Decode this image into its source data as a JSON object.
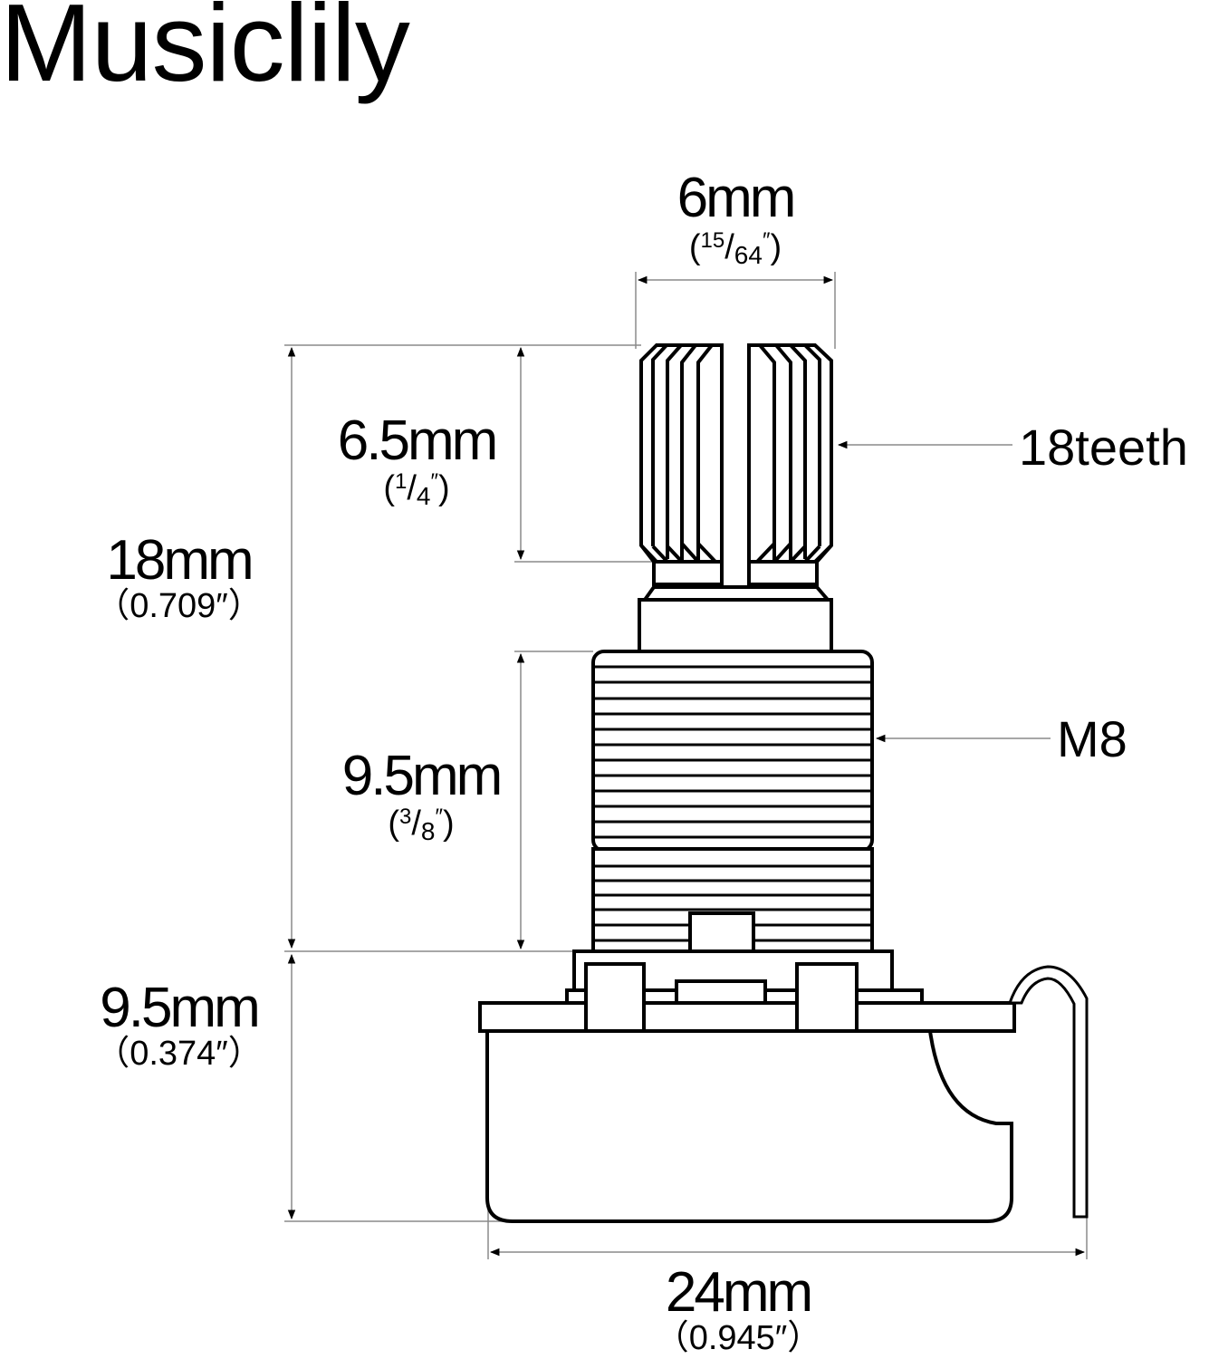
{
  "brand": "Musiclily",
  "dimensions": {
    "shaft_diameter": {
      "metric": "6mm",
      "imperial_num": "15",
      "imperial_den": "64",
      "imperial_unit": "″"
    },
    "shaft_knurl_length": {
      "metric": "6.5mm",
      "imperial_num": "1",
      "imperial_den": "4",
      "imperial_unit": "″"
    },
    "total_shaft_height": {
      "metric": "18mm",
      "imperial": "（0.709″）"
    },
    "bushing_length": {
      "metric": "9.5mm",
      "imperial_num": "3",
      "imperial_den": "8",
      "imperial_unit": "″"
    },
    "body_height": {
      "metric": "9.5mm",
      "imperial": "（0.374″）"
    },
    "body_width": {
      "metric": "24mm",
      "imperial": "（0.945″）"
    }
  },
  "callouts": {
    "teeth": "18teeth",
    "thread": "M8"
  },
  "colors": {
    "line": "#000000",
    "dimension_line": "#808080",
    "background": "#ffffff"
  }
}
